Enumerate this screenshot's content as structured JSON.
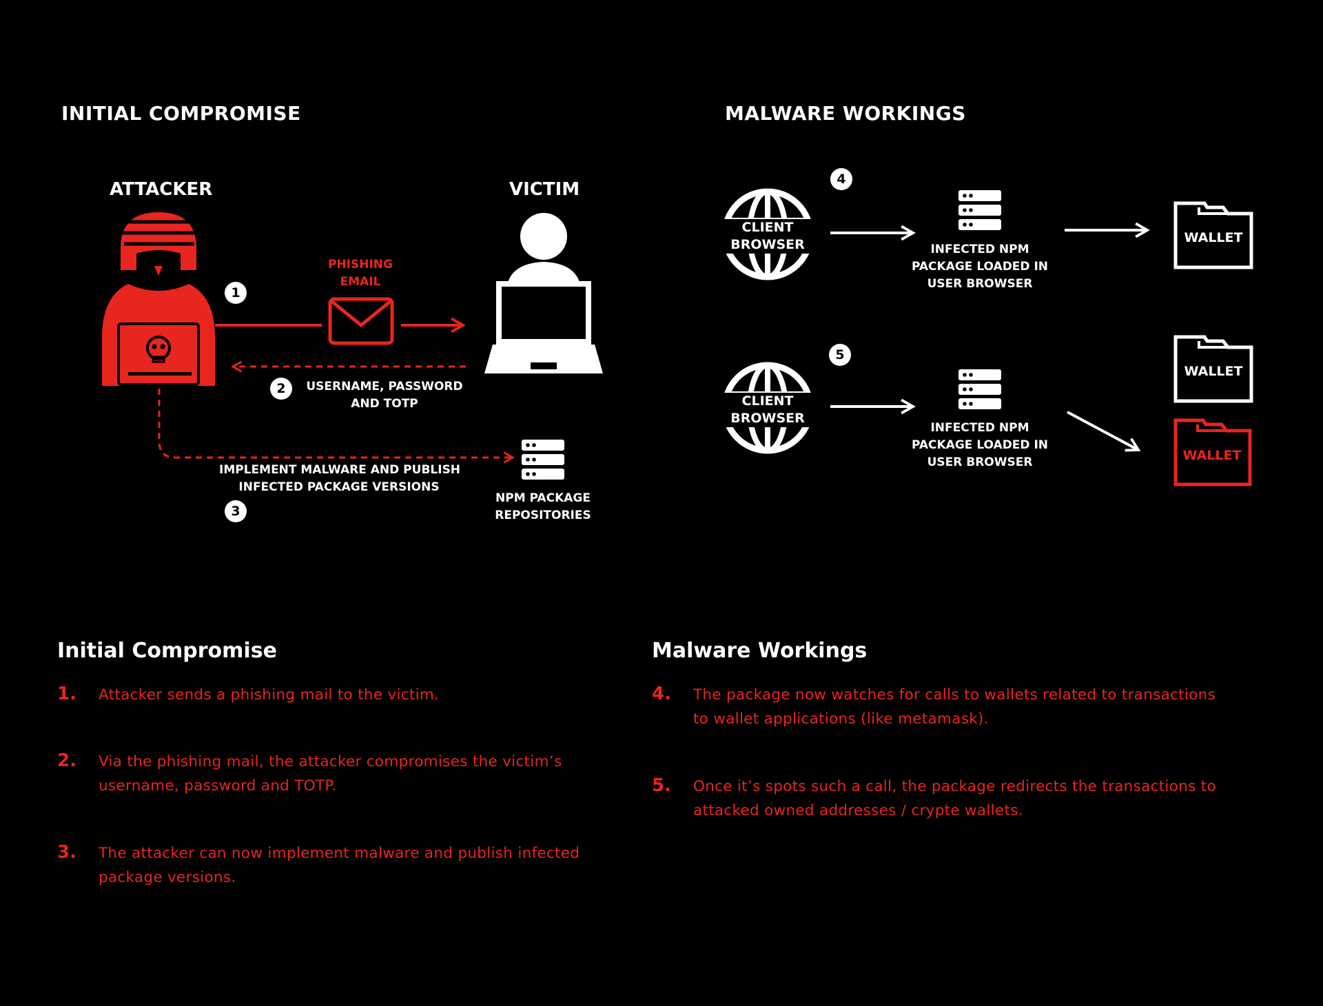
{
  "colors": {
    "accent": "#e8251f",
    "background": "#000000",
    "foreground": "#ffffff"
  },
  "diagram": {
    "left": {
      "title": "INITIAL COMPROMISE",
      "attacker_label": "ATTACKER",
      "victim_label": "VICTIM",
      "phishing_label": [
        "PHISHING",
        "EMAIL"
      ],
      "credentials_label": [
        "USERNAME, PASSWORD",
        "AND TOTP"
      ],
      "malware_label": [
        "IMPLEMENT MALWARE AND PUBLISH",
        "INFECTED PACKAGE VERSIONS"
      ],
      "repo_label": [
        "NPM PACKAGE",
        "REPOSITORIES"
      ],
      "badges": [
        "1",
        "2",
        "3"
      ]
    },
    "right": {
      "title": "MALWARE WORKINGS",
      "browser_label": [
        "CLIENT",
        "BROWSER"
      ],
      "package_label": [
        "INFECTED NPM",
        "PACKAGE LOADED IN",
        "USER BROWSER"
      ],
      "wallet_label": "WALLET",
      "badges": [
        "4",
        "5"
      ]
    }
  },
  "text": {
    "left": {
      "title": "Initial Compromise",
      "steps": [
        {
          "num": "1.",
          "lines": [
            "Attacker sends a phishing mail to the victim."
          ]
        },
        {
          "num": "2.",
          "lines": [
            "Via the phishing mail, the attacker compromises the victim’s",
            "username, password and TOTP."
          ]
        },
        {
          "num": "3.",
          "lines": [
            "The attacker can now implement malware and publish infected",
            "package versions."
          ]
        }
      ]
    },
    "right": {
      "title": "Malware Workings",
      "steps": [
        {
          "num": "4.",
          "lines": [
            "The package now watches for calls to wallets related to transactions",
            "to wallet applications (like metamask)."
          ]
        },
        {
          "num": "5.",
          "lines": [
            "Once it’s spots such a call, the package redirects the transactions to",
            "attacked owned addresses / crypte wallets."
          ]
        }
      ]
    }
  }
}
